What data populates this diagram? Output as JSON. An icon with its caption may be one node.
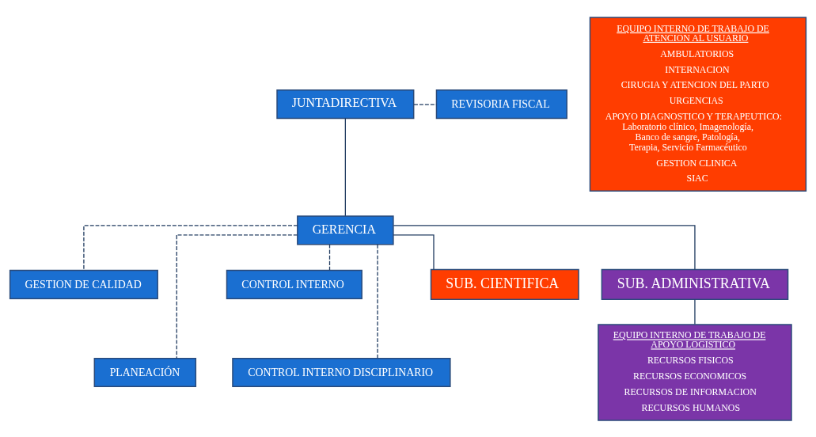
{
  "diagram": {
    "nodes": [
      {
        "text": [
          "JUNTADIRECTIVA"
        ]
      },
      {
        "text": [
          "REVISORIA FISCAL"
        ]
      },
      {
        "text": [
          "GERENCIA"
        ]
      },
      {
        "text": [
          "GESTION DE CALIDAD"
        ]
      },
      {
        "text": [
          "CONTROL INTERNO"
        ]
      },
      {
        "text": [
          "PLANEACIÓN"
        ]
      },
      {
        "text": [
          "CONTROL INTERNO DISCIPLINARIO"
        ]
      },
      {
        "text": [
          "SUB. CIENTIFICA"
        ]
      },
      {
        "text": [
          "SUB. ADMINISTRATIVA"
        ]
      },
      {
        "text": [
          "EQUIPO INTERNO DE TRABAJO DE ATENCION AL USUARIO",
          "AMBULATORIOS",
          "INTERNACION",
          "CIRUGIA Y ATENCION DEL PARTO",
          "URGENCIAS",
          "APOYO DIAGNOSTICO Y TERAPEUTICO: Laboratorio clínico, Imagenología, Banco de sangre, Patología, Terapia, Servicio Farmacéutico",
          "GESTION CLINICA",
          "SIAC"
        ]
      },
      {
        "text": [
          "EQUIPO INTERNO DE TRABAJO DE APOYO LOGISTICO",
          "RECURSOS FISICOS",
          "RECURSOS ECONOMICOS",
          "RECURSOS DE INFORMACION",
          "RECURSOS HUMANOS"
        ]
      }
    ],
    "edges": [
      {
        "from": 0,
        "to": 2,
        "arrow": "none"
      },
      {
        "from": 0,
        "to": 1,
        "arrow": "none",
        "style": "dashed"
      },
      {
        "from": 2,
        "to": 3,
        "arrow": "none",
        "style": "dashed"
      },
      {
        "from": 2,
        "to": 4,
        "arrow": "none",
        "style": "dashed"
      },
      {
        "from": 2,
        "to": 5,
        "arrow": "none",
        "style": "dashed"
      },
      {
        "from": 2,
        "to": 6,
        "arrow": "none",
        "style": "dashed"
      },
      {
        "from": 2,
        "to": 7,
        "arrow": "none"
      },
      {
        "from": 2,
        "to": 8,
        "arrow": "none"
      },
      {
        "from": 8,
        "to": 10,
        "arrow": "none"
      }
    ]
  }
}
